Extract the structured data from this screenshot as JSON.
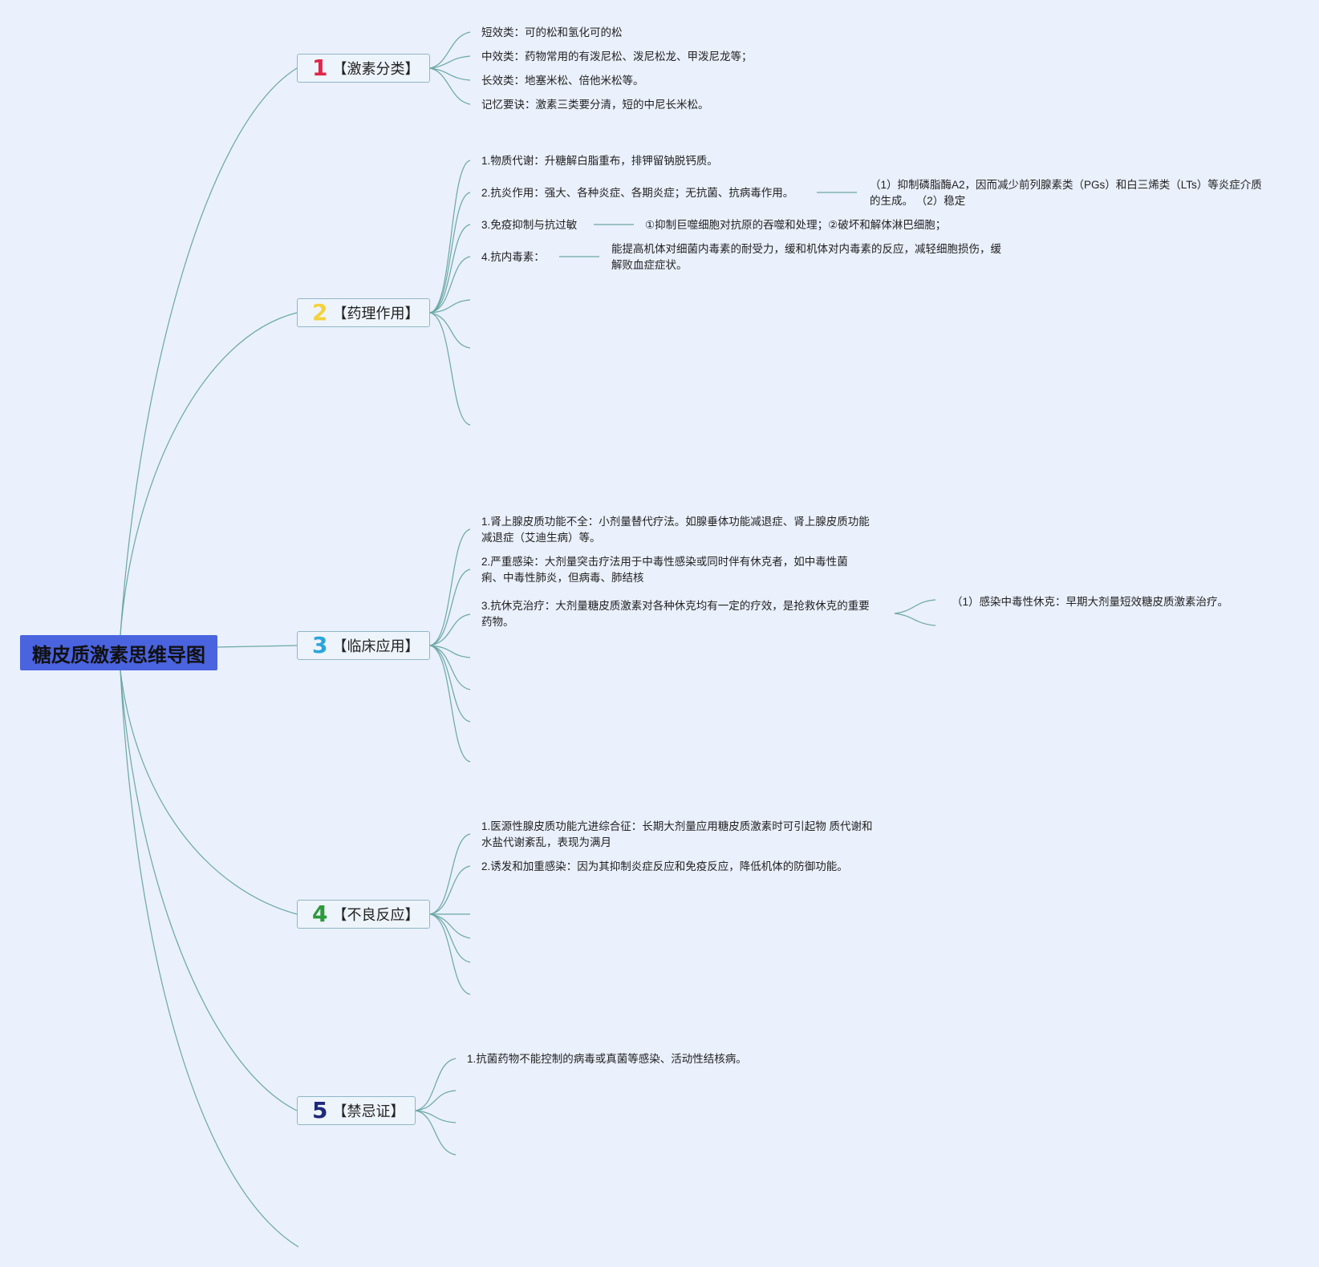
{
  "root": {
    "title": "糖皮质激素思维导图"
  },
  "colors": {
    "background": "#eaf0fc",
    "root_fill": "#4a63df",
    "connector": "#6aa8a4",
    "num1": "#e0274a",
    "num2": "#f5d23c",
    "num3": "#2aa5dc",
    "num4": "#2c9a3a",
    "num5": "#1f2a7a"
  },
  "branches": [
    {
      "number": "1",
      "label": "【激素分类】",
      "items": [
        "短效类：可的松和氢化可的松",
        "中效类：药物常用的有泼尼松、泼尼松龙、甲泼尼龙等；",
        "长效类：地塞米松、倍他米松等。",
        "记忆要诀：激素三类要分清，短的中尼长米松。"
      ]
    },
    {
      "number": "2",
      "label": "【药理作用】",
      "items": [
        "1.物质代谢：升糖解白脂重布，排钾留钠脱钙质。",
        "2.抗炎作用：强大、各种炎症、各期炎症；无抗菌、抗病毒作用。",
        "3.免疫抑制与抗过敏",
        "4.抗内毒素："
      ],
      "sub_items": [
        "（1）抑制磷脂酶A2，因而减少前列腺素类（PGs）和白三烯类（LTs）等炎症介质的生成。 （2）稳定",
        "①抑制巨噬细胞对抗原的吞噬和处理；②破坏和解体淋巴细胞；",
        "能提高机体对细菌内毒素的耐受力，缓和机体对内毒素的反应，减轻细胞损伤，缓解败血症症状。"
      ]
    },
    {
      "number": "3",
      "label": "【临床应用】",
      "items": [
        "1.肾上腺皮质功能不全：小剂量替代疗法。如腺垂体功能减退症、肾上腺皮质功能减退症（艾迪生病）等。",
        "2.严重感染：大剂量突击疗法用于中毒性感染或同时伴有休克者，如中毒性菌痢、中毒性肺炎，但病毒、肺结核",
        "3.抗休克治疗：大剂量糖皮质激素对各种休克均有一定的疗效，是抢救休克的重要药物。"
      ],
      "sub_items": [
        "（1）感染中毒性休克：早期大剂量短效糖皮质激素治疗。"
      ]
    },
    {
      "number": "4",
      "label": "【不良反应】",
      "items": [
        "1.医源性腺皮质功能亢进综合征：长期大剂量应用糖皮质激素时可引起物 质代谢和水盐代谢紊乱，表现为满月",
        "2.诱发和加重感染：因为其抑制炎症反应和免疫反应，降低机体的防御功能。"
      ]
    },
    {
      "number": "5",
      "label": "【禁忌证】",
      "items": [
        "1.抗菌药物不能控制的病毒或真菌等感染、活动性结核病。"
      ]
    }
  ]
}
